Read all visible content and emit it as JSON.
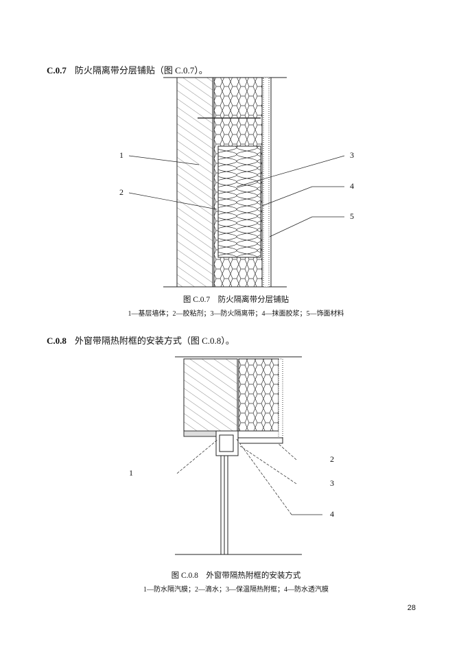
{
  "section_c07": {
    "number": "C.0.7",
    "text": "防火隔离带分层铺贴（图 C.0.7）。"
  },
  "figure_c07": {
    "caption": "图 C.0.7　防火隔离带分层铺贴",
    "legend": "1—基层墙体；2—胶粘剂；3—防火隔离带；4—抹面胶浆；5—饰面材料",
    "labels": [
      "1",
      "2",
      "3",
      "4",
      "5"
    ]
  },
  "section_c08": {
    "number": "C.0.8",
    "text": "外窗带隔热附框的安装方式（图 C.0.8）。"
  },
  "figure_c08": {
    "caption": "图 C.0.8　外窗带隔热附框的安装方式",
    "legend": "1—防水隔汽膜；2—滴水；3—保温隔热附框；4—防水透汽膜",
    "labels": [
      "1",
      "2",
      "3",
      "4"
    ]
  },
  "page_number": "28"
}
